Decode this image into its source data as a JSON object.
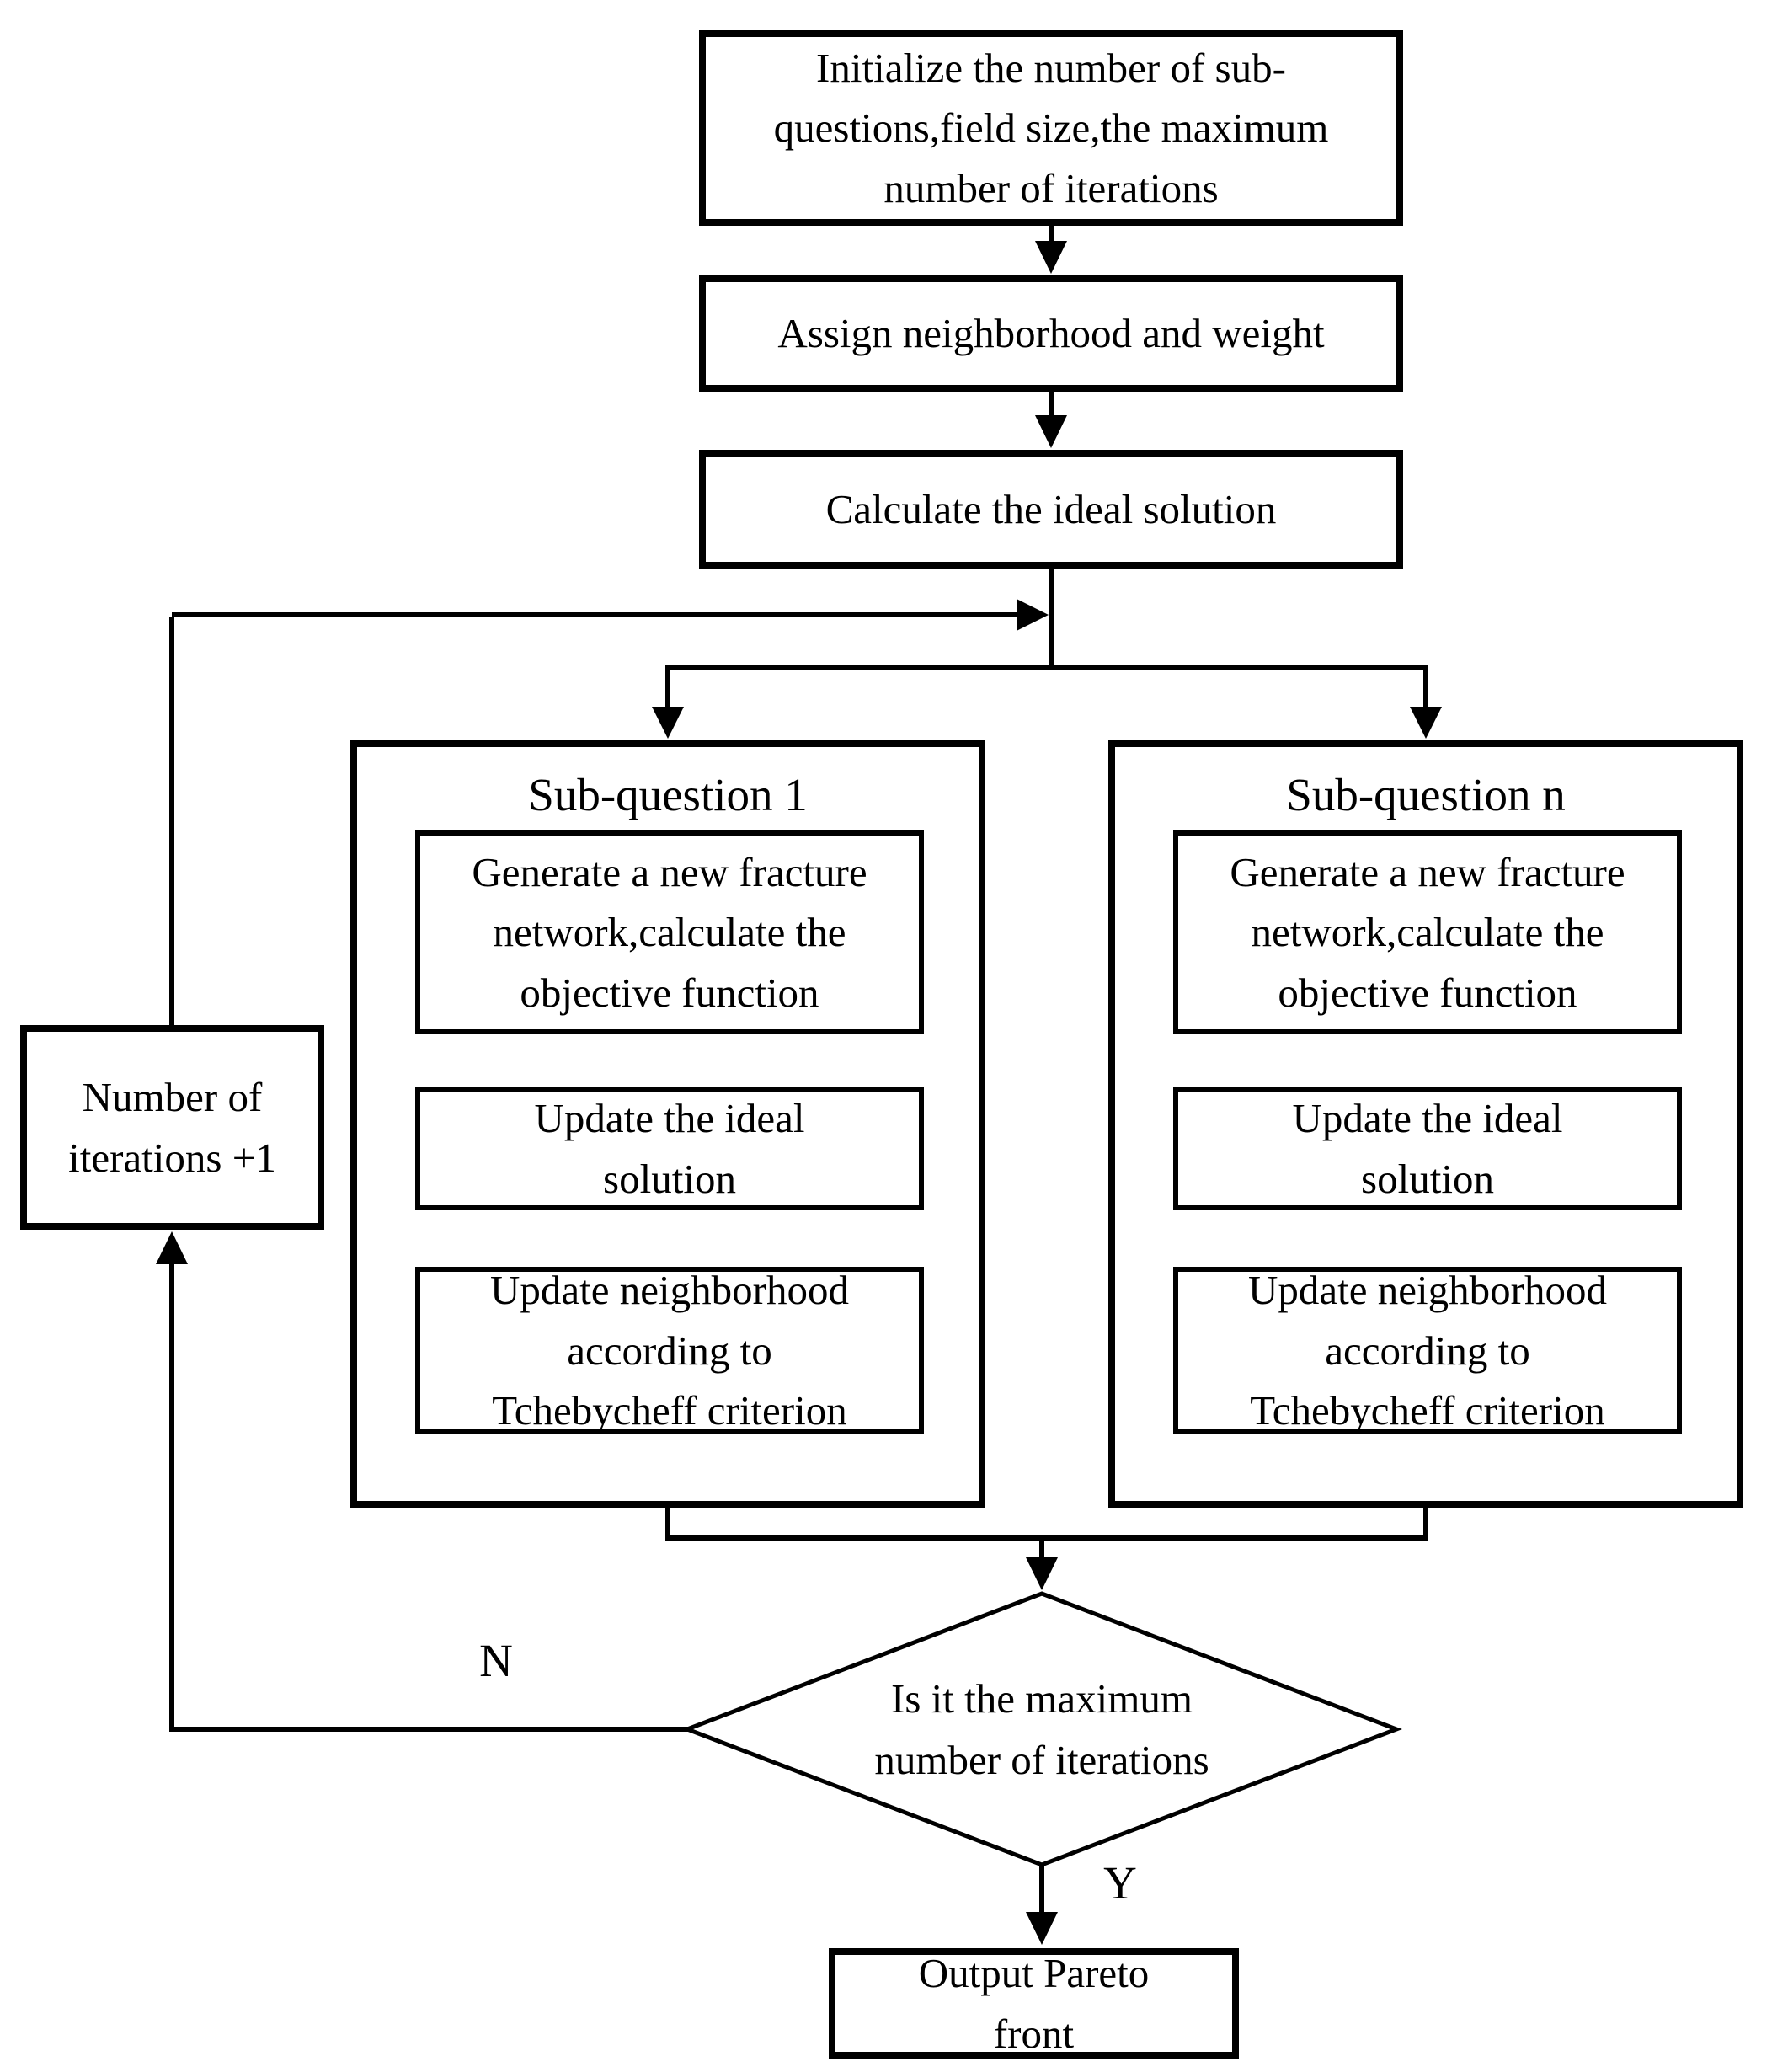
{
  "colors": {
    "background": "#ffffff",
    "line": "#000000",
    "text": "#000000"
  },
  "nodes": {
    "init": {
      "label": "Initialize the number of sub-\nquestions,field size,the maximum\nnumber of iterations"
    },
    "assign": {
      "label": "Assign neighborhood and weight"
    },
    "calc_ideal": {
      "label": "Calculate the ideal solution"
    },
    "iterations_plus_one": {
      "label": "Number of\niterations +1"
    },
    "decision": {
      "label": "Is it the maximum\nnumber of iterations"
    },
    "output": {
      "label": "Output Pareto\nfront"
    }
  },
  "subquestions": [
    {
      "title": "Sub-question 1"
    },
    {
      "title": "Sub-question n"
    }
  ],
  "steps": {
    "generate": {
      "label": "Generate a new fracture\nnetwork,calculate the\nobjective function"
    },
    "update_ideal": {
      "label": "Update the ideal\nsolution"
    },
    "update_neighborhood": {
      "label": "Update neighborhood\naccording to\nTchebycheff criterion"
    }
  },
  "edge_labels": {
    "no": "N",
    "yes": "Y"
  }
}
